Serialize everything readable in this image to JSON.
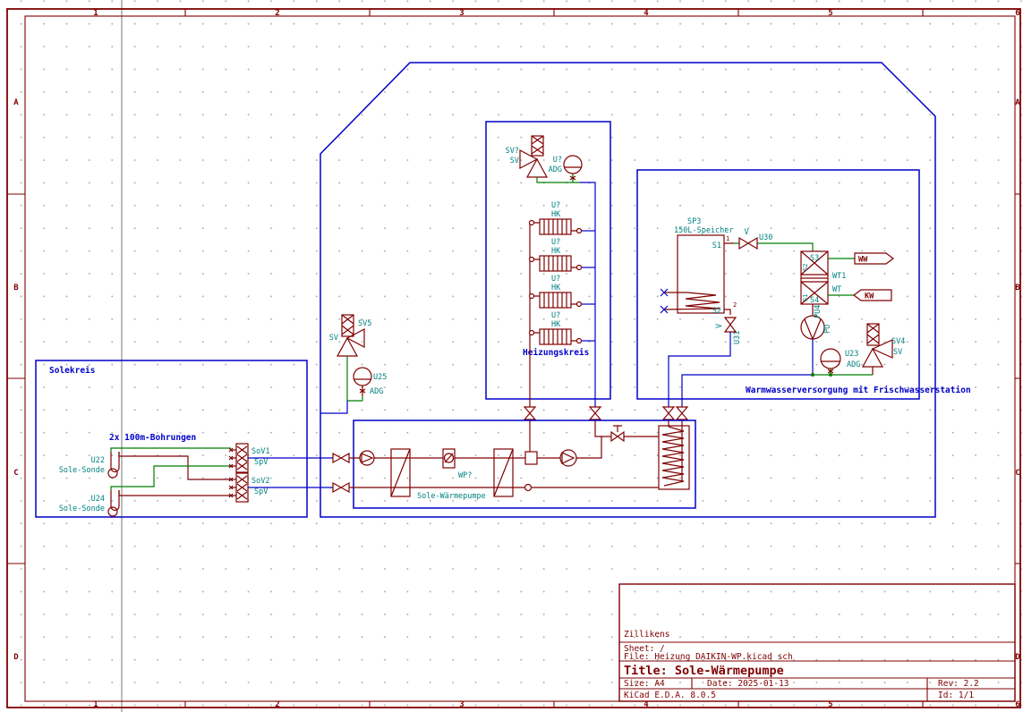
{
  "frame": {
    "columns": [
      "1",
      "2",
      "3",
      "4",
      "5",
      "6"
    ],
    "rows": [
      "A",
      "B",
      "C",
      "D"
    ]
  },
  "title_block": {
    "company": "Zillikens",
    "sheet": "Sheet: /",
    "file": "File: Heizung_DAIKIN-WP.kicad_sch",
    "title": "Title: Sole-Wärmepumpe",
    "size": "Size: A4",
    "date": "Date: 2025-01-13",
    "rev": "Rev: 2.2",
    "tool": "KiCad E.D.A. 8.0.5",
    "id": "Id: 1/1"
  },
  "solekreis": {
    "label": "Solekreis",
    "note": "2x 100m-Bohrungen",
    "u22": {
      "ref": "U22",
      "value": "Sole-Sonde"
    },
    "u24": {
      "ref": "U24",
      "value": "Sole-Sonde"
    },
    "sov1": {
      "ref": "SoV1",
      "value": "SpV"
    },
    "sov2": {
      "ref": "SoV2",
      "value": "SpV"
    }
  },
  "sv5": {
    "ref": "SV5",
    "value": "SV"
  },
  "u25": {
    "ref": "U25",
    "value": "ADG"
  },
  "heizungskreis": {
    "label": "Heizungskreis",
    "sv": {
      "ref": "SV?",
      "value": "SV"
    },
    "adg": {
      "ref": "U?",
      "value": "ADG"
    },
    "hk1": {
      "ref": "U?",
      "value": "HK"
    },
    "hk2": {
      "ref": "U?",
      "value": "HK"
    },
    "hk3": {
      "ref": "U?",
      "value": "HK"
    },
    "hk4": {
      "ref": "U?",
      "value": "HK"
    }
  },
  "warmwasser": {
    "label": "Warmwasserversorgung mit Frischwasserstation",
    "sp3": {
      "ref": "SP3",
      "value": "150L-Speicher",
      "pin1": "1",
      "pin2": "2",
      "s1": "S1",
      "s2": "S2"
    },
    "u30": {
      "ref": "V",
      "value": "U30"
    },
    "u31": {
      "ref": "V",
      "value": "U31"
    },
    "wt1": {
      "ref": "WT1",
      "value": "WT",
      "port_top": "S3",
      "port_bottom": "S4",
      "pin_top": "S2",
      "pin_bottom": "S1"
    },
    "pu4": {
      "ref": "PU4",
      "value": "PU"
    },
    "u23": {
      "ref": "U23",
      "value": "ADG"
    },
    "sv4": {
      "ref": "SV4",
      "value": "SV"
    },
    "ww": "WW",
    "kw": "KW"
  },
  "wp": {
    "ref": "WP?",
    "label": "Sole-Wärmepumpe"
  },
  "colors": {
    "wire_green": "#007d00",
    "notes_blue": "#0000c8",
    "component_red": "#800000",
    "fields_teal": "#008080",
    "frame_red": "#800000"
  }
}
